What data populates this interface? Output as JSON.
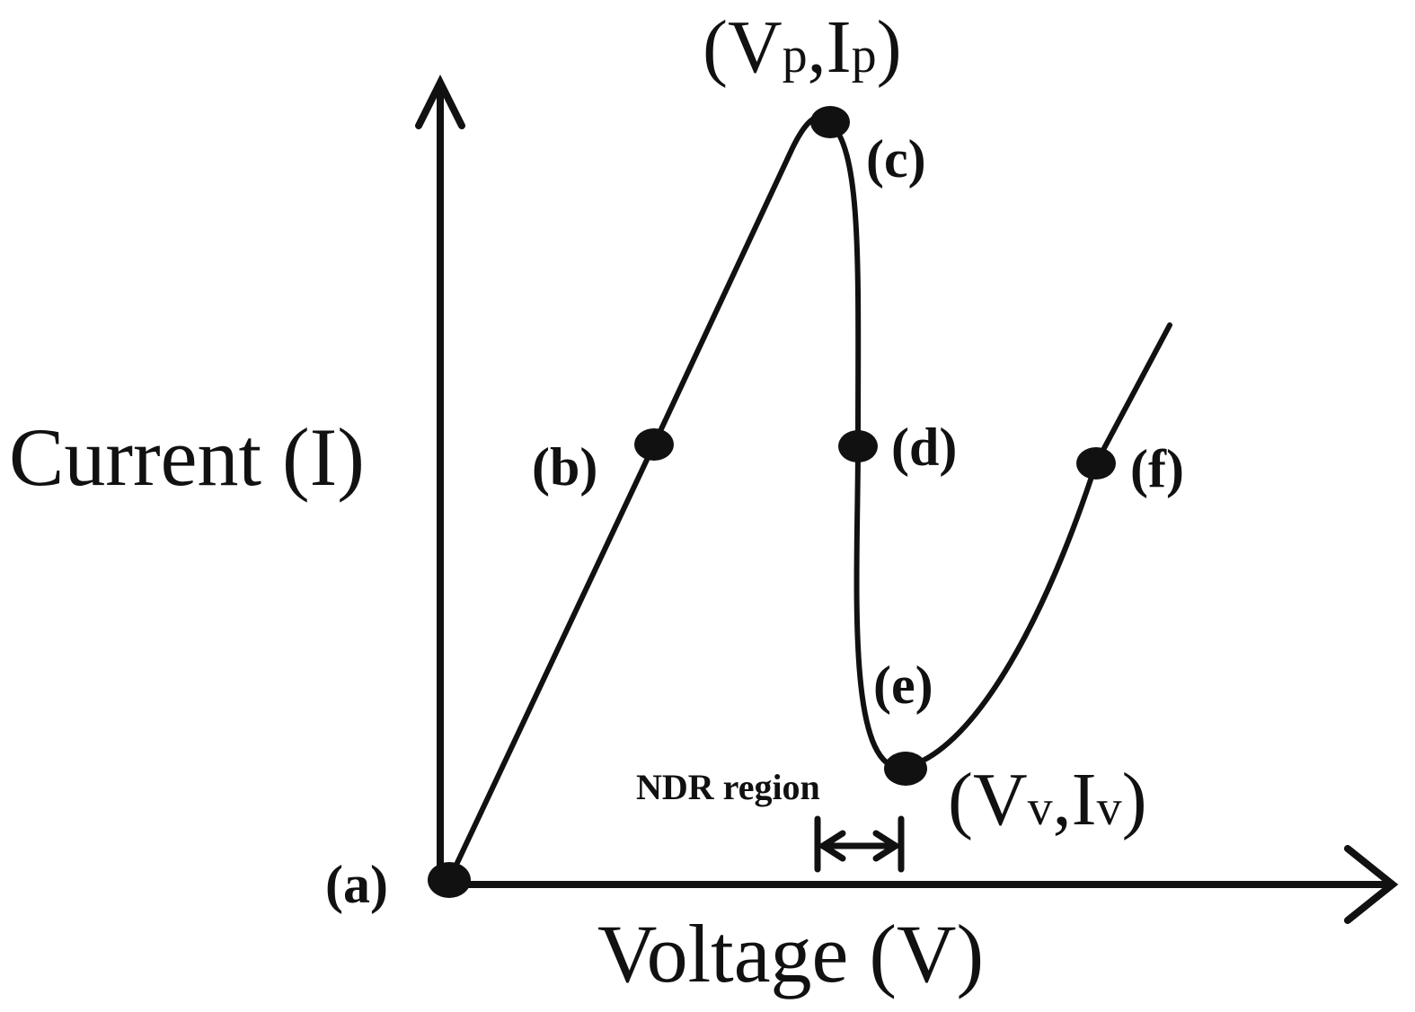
{
  "axes": {
    "y_label": "Current (I)",
    "x_label": "Voltage (V)"
  },
  "points": [
    {
      "id": "a",
      "label": "(a)"
    },
    {
      "id": "b",
      "label": "(b)"
    },
    {
      "id": "c",
      "label": "(c)"
    },
    {
      "id": "d",
      "label": "(d)"
    },
    {
      "id": "e",
      "label": "(e)"
    },
    {
      "id": "f",
      "label": "(f)"
    }
  ],
  "peak": {
    "open": "(V",
    "v_sub": "p",
    "mid": ",I",
    "i_sub": "p",
    "close": ")"
  },
  "valley": {
    "open": "(V",
    "v_sub": "v",
    "mid": ",I",
    "i_sub": "v",
    "close": ")"
  },
  "ndr": {
    "label": "NDR region"
  },
  "colors": {
    "ink": "#111111",
    "background": "#ffffff"
  }
}
